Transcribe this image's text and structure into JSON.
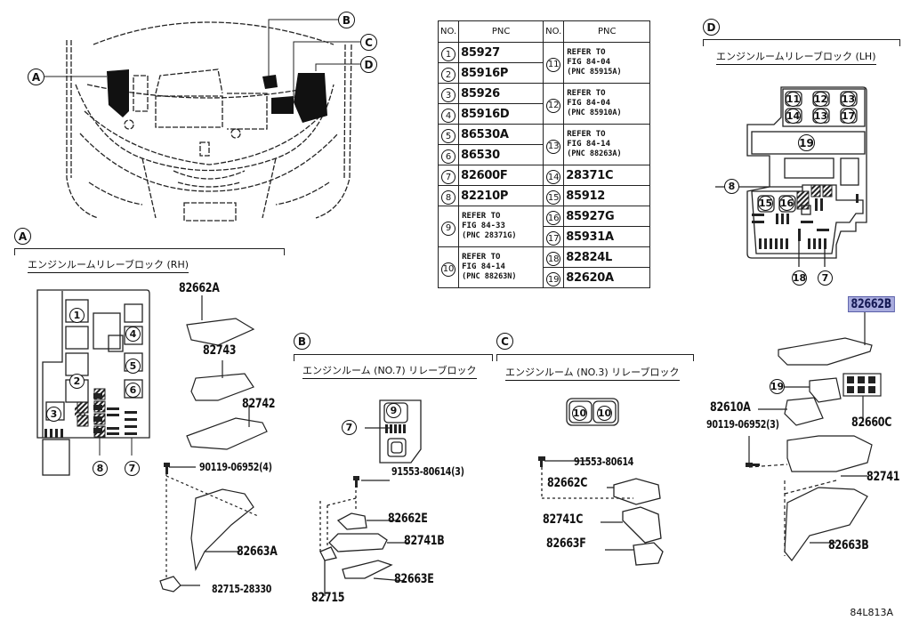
{
  "figure_code": "84L813A",
  "engine_view": {
    "callouts": [
      "A",
      "B",
      "C",
      "D"
    ]
  },
  "pnc_table": {
    "headers": [
      "NO.",
      "PNC",
      "NO.",
      "PNC"
    ],
    "left": [
      {
        "no": "1",
        "pnc": "85927"
      },
      {
        "no": "2",
        "pnc": "85916P"
      },
      {
        "no": "3",
        "pnc": "85926"
      },
      {
        "no": "4",
        "pnc": "85916D"
      },
      {
        "no": "5",
        "pnc": "86530A"
      },
      {
        "no": "6",
        "pnc": "86530"
      },
      {
        "no": "7",
        "pnc": "82600F"
      },
      {
        "no": "8",
        "pnc": "82210P"
      },
      {
        "no": "9",
        "ref1": "REFER TO",
        "ref2": "FIG 84-33",
        "ref3": "(PNC 28371G)"
      },
      {
        "no": "10",
        "ref1": "REFER TO",
        "ref2": "FIG 84-14",
        "ref3": "(PNC 88263N)"
      }
    ],
    "right": [
      {
        "no": "11",
        "ref1": "REFER TO",
        "ref2": "FIG 84-04",
        "ref3": "(PNC 85915A)"
      },
      {
        "no": "12",
        "ref1": "REFER TO",
        "ref2": "FIG 84-04",
        "ref3": "(PNC 85910A)"
      },
      {
        "no": "13",
        "ref1": "REFER TO",
        "ref2": "FIG 84-14",
        "ref3": "(PNC 88263A)"
      },
      {
        "no": "14",
        "pnc": "28371C"
      },
      {
        "no": "15",
        "pnc": "85912"
      },
      {
        "no": "16",
        "pnc": "85927G"
      },
      {
        "no": "17",
        "pnc": "85931A"
      },
      {
        "no": "18",
        "pnc": "82824L"
      },
      {
        "no": "19",
        "pnc": "82620A"
      }
    ]
  },
  "section_a": {
    "label": "A",
    "title": "エンジンルームリレーブロック (RH)",
    "block_numbers": [
      "1",
      "2",
      "3",
      "4",
      "5",
      "6",
      "7",
      "8"
    ],
    "parts": {
      "cover": "82662A",
      "upper": "82743",
      "lower": "82742",
      "bolt": "90119-06952(4)",
      "bracket": "82663A",
      "clamp": "82715-28330"
    }
  },
  "section_b": {
    "label": "B",
    "title": "エンジンルーム (NO.7) リレーブロック",
    "block_numbers": [
      "9",
      "7"
    ],
    "parts": {
      "bolt": "91553-80614(3)",
      "cover": "82662E",
      "block": "82741B",
      "bracket": "82663E",
      "clamp": "82715"
    }
  },
  "section_c": {
    "label": "C",
    "title": "エンジンルーム (NO.3) リレーブロック",
    "block_numbers": [
      "10",
      "10"
    ],
    "parts": {
      "bolt": "91553-80614",
      "cover": "82662C",
      "block": "82741C",
      "bracket": "82663F"
    }
  },
  "section_d": {
    "label": "D",
    "title": "エンジンルームリレーブロック (LH)",
    "block_numbers": [
      "11",
      "12",
      "13",
      "14",
      "13",
      "17",
      "19",
      "8",
      "15",
      "16",
      "18",
      "7"
    ],
    "parts": {
      "cover": "82662B",
      "callout_19": "19",
      "connector": "82610A",
      "relay": "82660C",
      "bolt": "90119-06952(3)",
      "block": "82741",
      "bracket": "82663B"
    },
    "highlighted_part": "82662B",
    "highlight_color": "#a9acde"
  }
}
